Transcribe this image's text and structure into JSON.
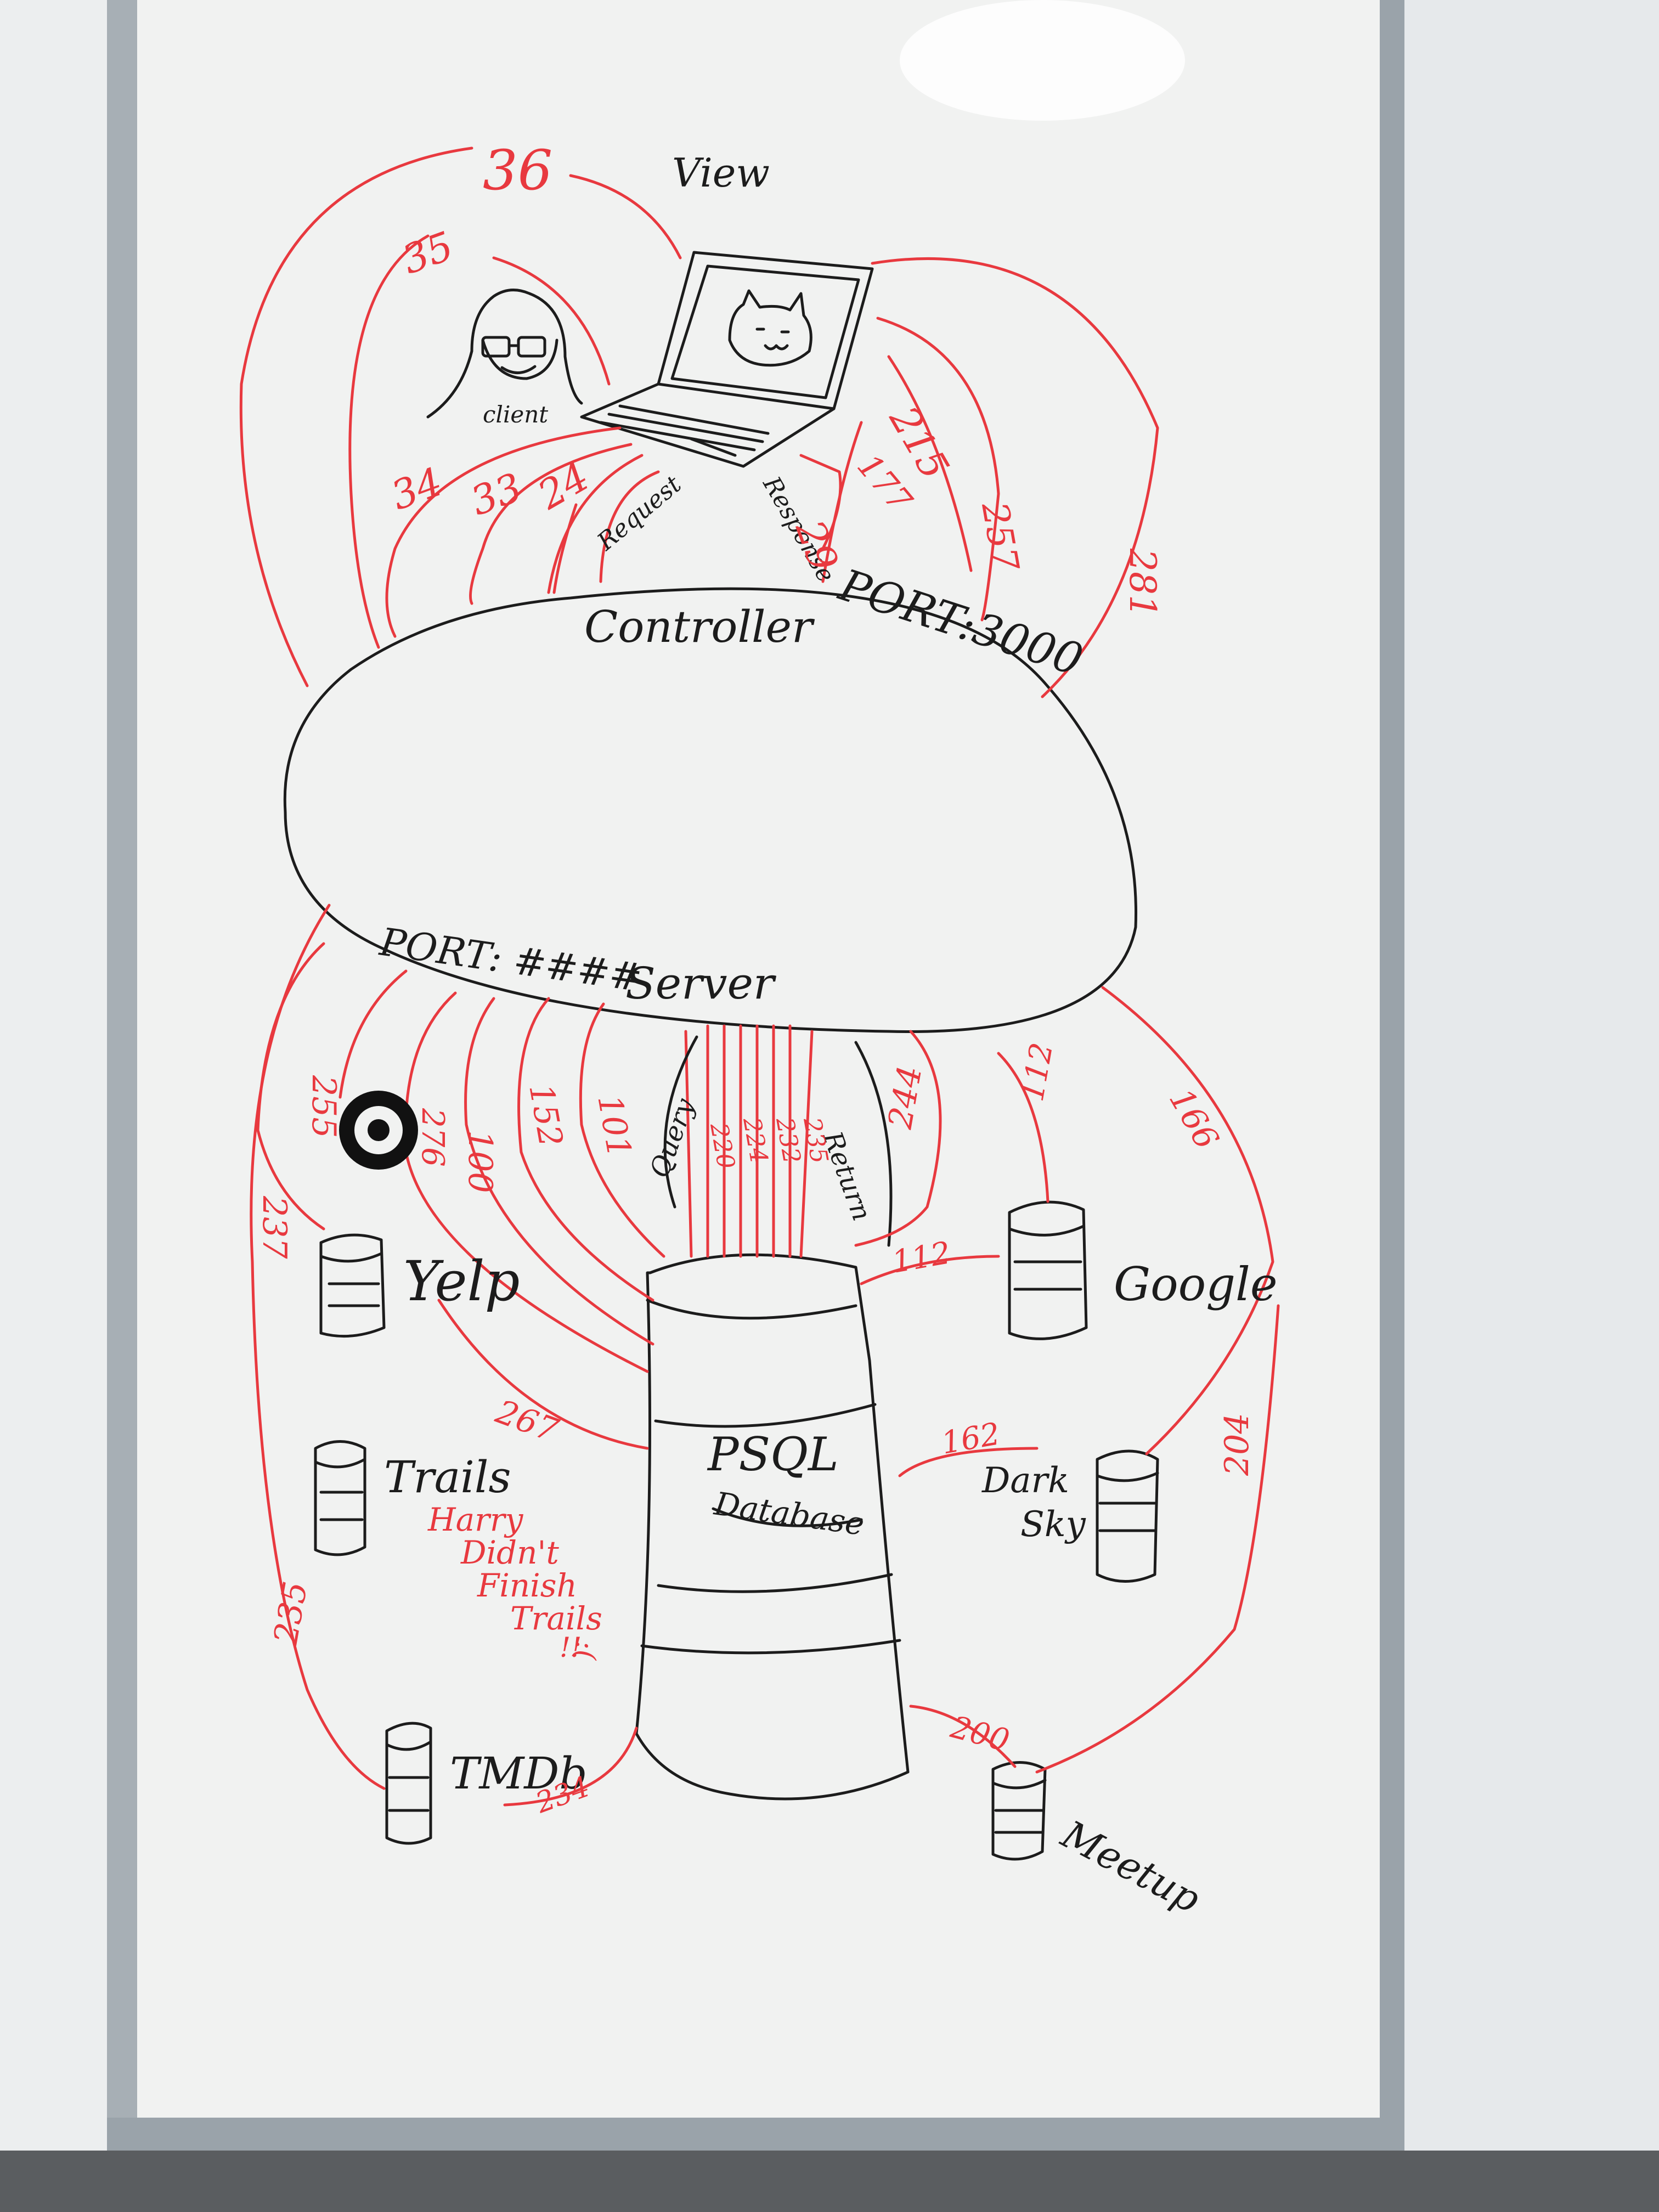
{
  "diagram": {
    "view_label": "View",
    "client_label": "client",
    "request_label": "Request",
    "response_label": "Response",
    "controller_label": "Controller",
    "port_3000_label": "PORT:3000",
    "port_hash_label": "PORT: ####",
    "server_label": "Server",
    "query_label": "Query",
    "return_label": "Return",
    "database_label_1": "PSQL",
    "database_label_2": "Database",
    "services": {
      "yelp": "Yelp",
      "google": "Google",
      "trails": "Trails",
      "darksky_1": "Dark",
      "darksky_2": "Sky",
      "tmdb": "TMDb",
      "meetup": "Meetup"
    },
    "note_lines": [
      "Harry",
      "Didn't",
      "Finish",
      "Trails",
      "!!",
      ":("
    ],
    "numbers": {
      "n36": "36",
      "n35": "35",
      "n34": "34",
      "n33": "33",
      "n24": "24",
      "n29": "29",
      "n215": "215",
      "n177": "177",
      "n257": "257",
      "n281": "281",
      "n255": "255",
      "n237": "237",
      "n276": "276",
      "n100": "100",
      "n152": "152",
      "n101": "101",
      "n220": "220",
      "n224": "224",
      "n232": "232",
      "n235": "235",
      "n244": "244",
      "n112a": "112",
      "n112b": "112",
      "n166": "166",
      "n267": "267",
      "n162": "162",
      "n204": "204",
      "n200": "200",
      "n235b": "235",
      "n234": "234"
    }
  },
  "colors": {
    "ink": "#1c1c1c",
    "marker_red": "#e8393f",
    "board": "#f1f2f1",
    "frame": "#9aa3aa",
    "wall": "#e4e7e9"
  }
}
